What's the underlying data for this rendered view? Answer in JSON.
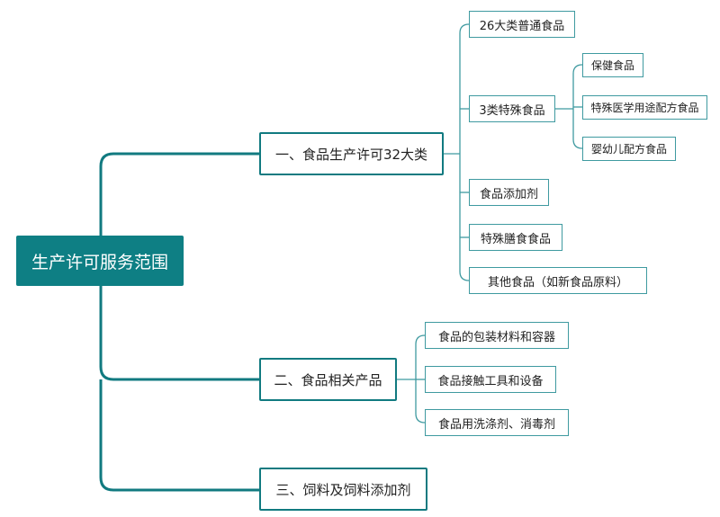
{
  "root": {
    "label": "生产许可服务范围"
  },
  "branches": [
    {
      "label": "一、食品生产许可32大类",
      "children": [
        {
          "label": "26大类普通食品"
        },
        {
          "label": "3类特殊食品",
          "children": [
            {
              "label": "保健食品"
            },
            {
              "label": "特殊医学用途配方食品"
            },
            {
              "label": "婴幼儿配方食品"
            }
          ]
        },
        {
          "label": "食品添加剂"
        },
        {
          "label": "特殊膳食食品"
        },
        {
          "label": "其他食品（如新食品原料）"
        }
      ]
    },
    {
      "label": "二、食品相关产品",
      "children": [
        {
          "label": "食品的包装材料和容器"
        },
        {
          "label": "食品接触工具和设备"
        },
        {
          "label": "食品用洗涤剂、消毒剂"
        }
      ]
    },
    {
      "label": "三、饲料及饲料添加剂"
    }
  ],
  "colors": {
    "accent": "#0e7f84",
    "line": "#117a80",
    "thin_line": "#3f9aa0"
  }
}
